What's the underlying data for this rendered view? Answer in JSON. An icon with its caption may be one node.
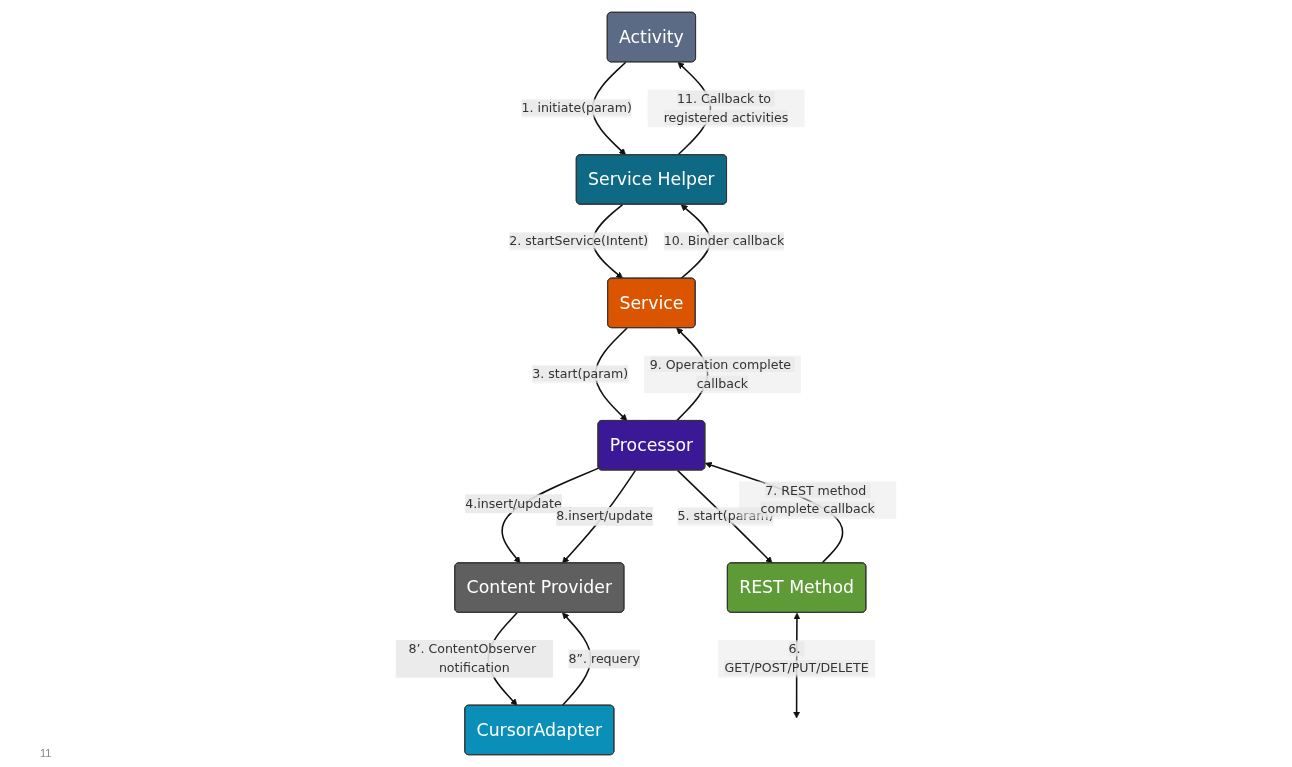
{
  "diagram": {
    "nodes": [
      {
        "text": [
          "Activity"
        ]
      },
      {
        "text": [
          "Service Helper"
        ]
      },
      {
        "text": [
          "Service"
        ]
      },
      {
        "text": [
          "Processor"
        ]
      },
      {
        "text": [
          "REST Method"
        ]
      },
      {
        "text": [
          "CursorAdapter"
        ]
      },
      {
        "text": [
          "Content Provider"
        ]
      }
    ],
    "edges": [
      {
        "from": 0,
        "to": 1,
        "arrow": "to",
        "label": "1. initiate(param)"
      },
      {
        "from": 1,
        "to": 2,
        "arrow": "to",
        "label": "2. startService(Intent)"
      },
      {
        "from": 2,
        "to": 3,
        "arrow": "to",
        "label": "3. start(param)"
      },
      {
        "from": 3,
        "to": 6,
        "arrow": "to",
        "label": "4.insert/update"
      },
      {
        "from": 3,
        "to": 4,
        "arrow": "to",
        "label": "5. start(param)"
      },
      {
        "from": 4,
        "to": null,
        "arrow": "both",
        "label": "6. GET/POST/PUT/DELETE"
      },
      {
        "from": 4,
        "to": 3,
        "arrow": "to",
        "label": "7. REST method complete callback"
      },
      {
        "from": 3,
        "to": 6,
        "arrow": "to",
        "label": "8.insert/update"
      },
      {
        "from": 6,
        "to": 5,
        "arrow": "to",
        "label": "8’. ContentObserver notification"
      },
      {
        "from": 5,
        "to": 6,
        "arrow": "to",
        "label": "8”. requery"
      },
      {
        "from": 3,
        "to": 2,
        "arrow": "to",
        "label": "9. Operation complete callback"
      },
      {
        "from": 2,
        "to": 1,
        "arrow": "to",
        "label": "10. Binder callback"
      },
      {
        "from": 1,
        "to": 0,
        "arrow": "to",
        "label": "11. Callback to registered activities"
      }
    ],
    "labels": [
      "11"
    ]
  }
}
